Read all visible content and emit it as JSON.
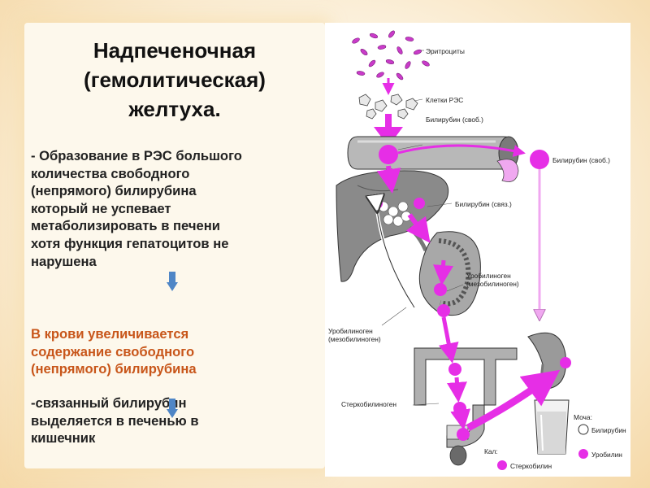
{
  "slide": {
    "title_lines": [
      "Надпеченочная",
      "(гемолитическая)",
      "желтуха."
    ],
    "paragraph1_lines": [
      "- Образование в РЭС большого",
      "количества свободного",
      "(непрямого) билирубина",
      "который не успевает",
      "метаболизировать в печени",
      "хотя функция гепатоцитов не",
      "нарушена"
    ],
    "paragraph2_lines": [
      "В крови увеличивается",
      "содержание свободного",
      "(непрямого) билирубина"
    ],
    "paragraph3_lines": [
      "-связанный билирубин",
      "выделяется в печенью в",
      "кишечник"
    ]
  },
  "diagram": {
    "labels": {
      "erythrocytes": "Эритроциты",
      "res_cells": "Клетки РЭС",
      "bilirubin_free_top": "Билирубин (своб.)",
      "bilirubin_free_right": "Билирубин (своб.)",
      "bilirubin_bound": "Билирубин (связ.)",
      "urobilinogen_1": "Уробилиноген",
      "urobilinogen_1_sub": "(мезобилиноген)",
      "urobilinogen_2": "Уробилиноген",
      "urobilinogen_2_sub": "(мезобилиноген)",
      "stercobilinogen": "Стеркобилиноген",
      "urine": "Моча:",
      "urine_bilirubin": "Билирубин",
      "urine_urobilin": "Уробилин",
      "feces": "Кал:",
      "stercobilin": "Стеркобилин"
    }
  },
  "colors": {
    "accent_magenta": "#e62ee6",
    "light_magenta": "#f4b8f4",
    "highlight_text": "#c8561a",
    "arrow_blue": "#4f86c6"
  }
}
